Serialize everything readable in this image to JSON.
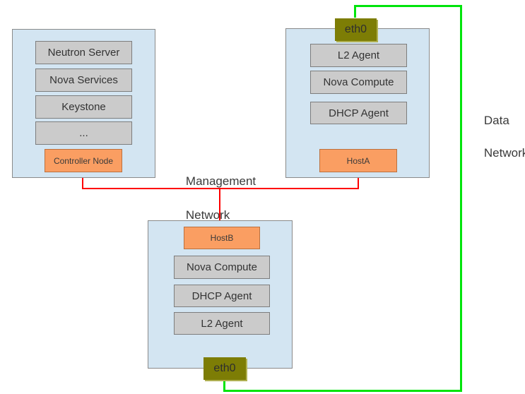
{
  "controller_node": {
    "label": "Controller Node",
    "services": [
      "Neutron Server",
      "Nova Services",
      "Keystone",
      "..."
    ]
  },
  "host_a": {
    "label": "HostA",
    "eth": "eth0",
    "services": [
      "L2 Agent",
      "Nova Compute",
      "DHCP Agent"
    ]
  },
  "host_b": {
    "label": "HostB",
    "eth": "eth0",
    "services": [
      "Nova Compute",
      "DHCP Agent",
      "L2 Agent"
    ]
  },
  "network_labels": {
    "management_line1": "Management",
    "management_line2": "Network",
    "data_line1": "Data",
    "data_line2": "Network"
  },
  "colors": {
    "node_fill": "#d3e5f2",
    "node_border": "#8a8a8a",
    "service_fill": "#cbcbcb",
    "service_border": "#7d7d7d",
    "host_fill": "#fa9e62",
    "host_border": "#bb713f",
    "eth_fill": "#7d7d05",
    "management_network_line": "#fe0000",
    "data_network_line": "#00e40b",
    "text": "#3a3a3a"
  }
}
